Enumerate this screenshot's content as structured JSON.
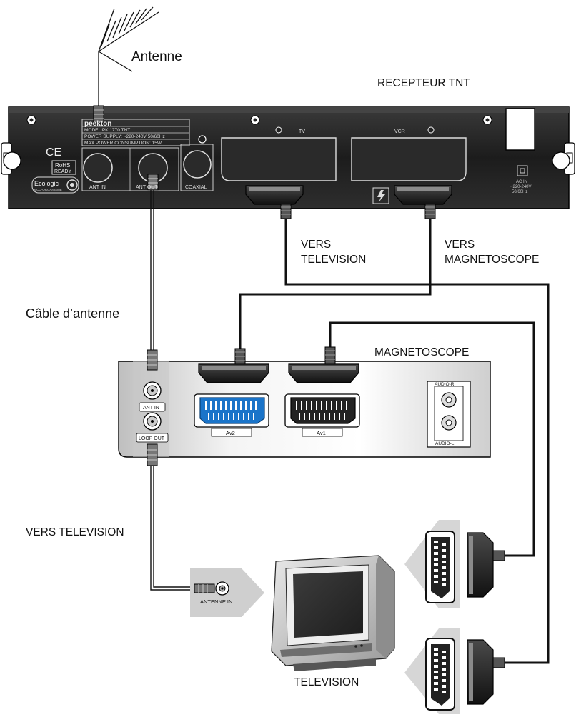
{
  "labels": {
    "antenna": "Antenne",
    "receiver": "RECEPTEUR TNT",
    "to_tv_line1": "VERS",
    "to_tv_line2": "TELEVISION",
    "to_vcr_line1": "VERS",
    "to_vcr_line2": "MAGNETOSCOPE",
    "antenna_cable": "Câble d’antenne",
    "vcr": "MAGNETOSCOPE",
    "to_tv_bottom": "VERS TELEVISION",
    "television": "TELEVISION"
  },
  "receiver_panel": {
    "brand": "peekton",
    "model": "MODEL:PK 1770 TNT",
    "power_supply": "POWER SUPPLY: ~220-240V  50/60Hz",
    "max_power": "MAX POWER CONSUMPTION: 15W",
    "ce_mark": "CE",
    "rohs_line1": "RoHS",
    "rohs_line2": "READY",
    "ecologic": "Ecologic",
    "ecologic_sub": "ECO-ORGANISME",
    "port_ant_in": "ANT IN",
    "port_ant_out": "ANT OUT",
    "port_coaxial": "COAXIAL",
    "scart_tv": "TV",
    "scart_vcr": "VCR",
    "ac_in_line1": "AC IN",
    "ac_in_line2": "~220-240V",
    "ac_in_line3": "50/60Hz"
  },
  "vcr_panel": {
    "ant_in": "ANT IN",
    "loop_out": "LOOP OUT",
    "av2": "Av2",
    "av1": "Av1",
    "audio_r": "AUDIO-R",
    "audio_l": "AUDIO-L"
  },
  "tv_panel": {
    "antenna_in": "ANTENNE IN"
  },
  "colors": {
    "receiver_body": "#222222",
    "vcr_body": "#dcdcdc",
    "av2_accent": "#1a74c9",
    "cable": "#111111",
    "panel_grey": "#d0d0d0"
  }
}
